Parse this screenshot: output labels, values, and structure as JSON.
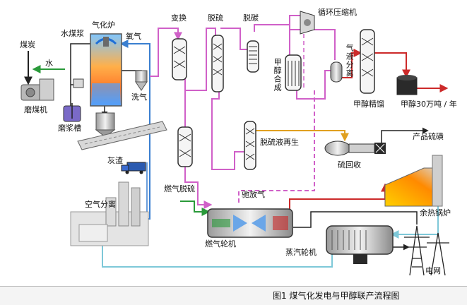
{
  "labels": {
    "coal": "煤炭",
    "water": "水",
    "coal_water_slurry": "水煤浆",
    "gasifier": "气化炉",
    "oxygen": "氧气",
    "shift": "变换",
    "desulfurization": "脱硫",
    "decarbonization": "脱碳",
    "recycle_compressor": "循环压缩机",
    "methanol_synthesis": "甲醇合成",
    "gas_liquid_separation": "气液分离",
    "methanol_rectification": "甲醇精馏",
    "methanol_output": "甲醇30万吨 / 年",
    "coal_mill": "磨煤机",
    "slurry_tank": "磨浆槽",
    "scrubber": "洗气",
    "slag": "灰渣",
    "desulfurizing_solution_regeneration": "脱硫液再生",
    "product_sulfur": "产品硫磺",
    "sulfur_recovery": "硫回收",
    "fuel_gas_desulfurization": "燃气脱硫",
    "purge_gas": "驰放气",
    "air_separation": "空气分离",
    "waste_heat_boiler": "余热锅炉",
    "gas_turbine": "燃气轮机",
    "steam_turbine": "蒸汽轮机",
    "power_grid": "电网"
  },
  "caption": "图1  煤气化发电与甲醇联产流程图",
  "colors": {
    "syngas_line": "#d060c8",
    "air_line": "#3a7fd0",
    "water_line": "#2a9a3a",
    "hot_line": "#cc2a2a",
    "sulfur_line": "#e0a020",
    "cooling_line": "#7ec8d8",
    "product_line": "#222222"
  }
}
